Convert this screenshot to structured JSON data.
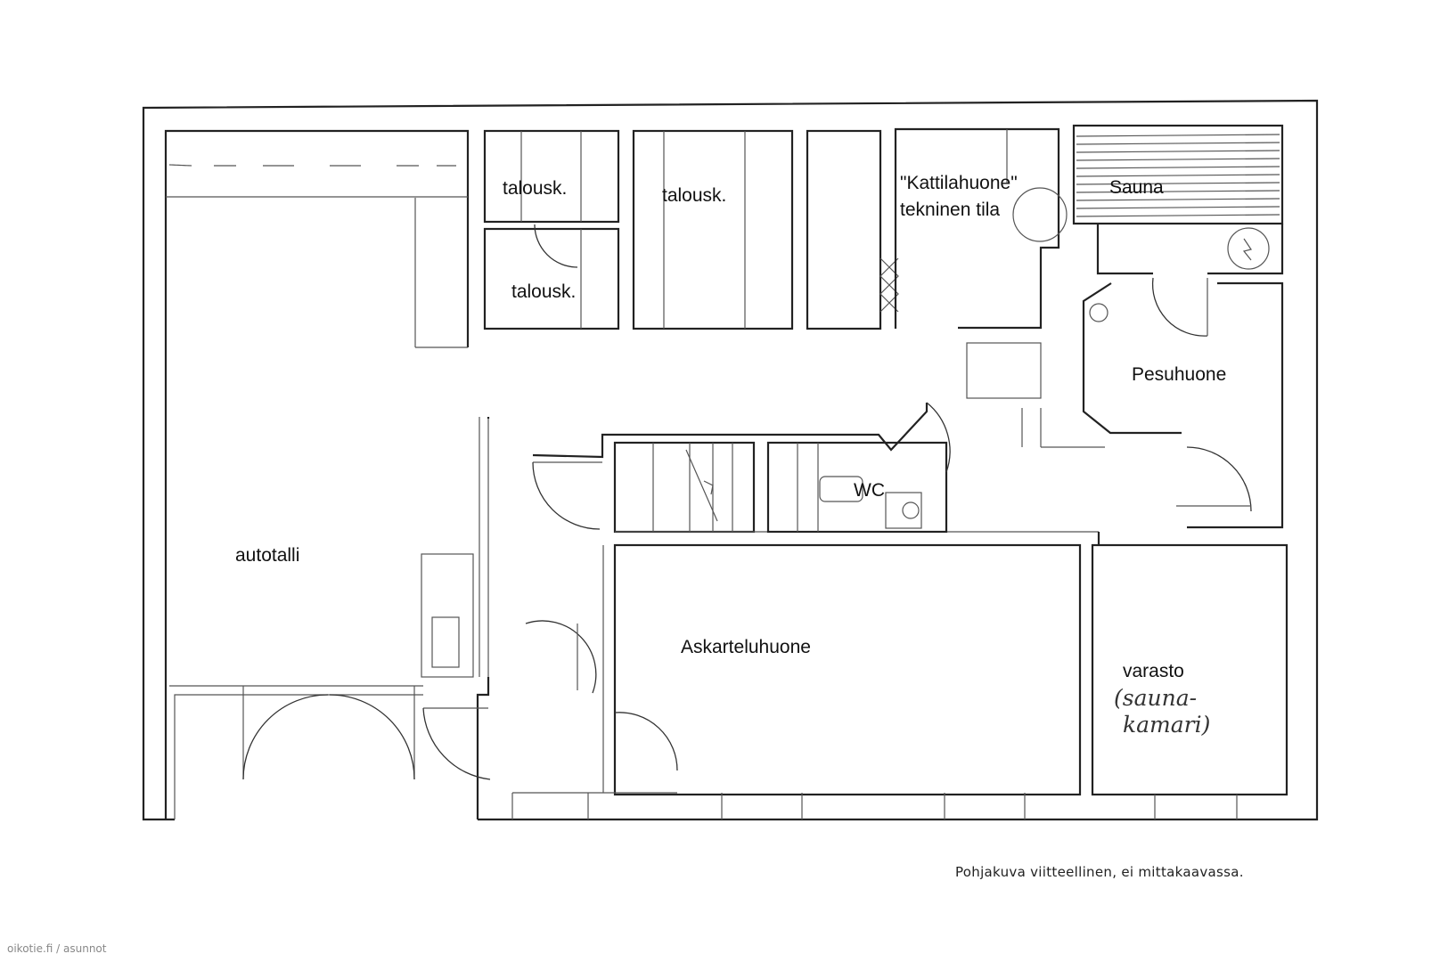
{
  "rooms": {
    "talousk_1": "talousk.",
    "talousk_2": "talousk.",
    "talousk_3": "talousk.",
    "kattilahuone_line1": "\"Kattilahuone\"",
    "kattilahuone_line2": "tekninen tila",
    "sauna": "Sauna",
    "pesuhuone": "Pesuhuone",
    "wc": "WC",
    "autotalli": "autotalli",
    "askarteluhuone": "Askarteluhuone",
    "varasto": "varasto",
    "varasto_note_line1": "(sauna-",
    "varasto_note_line2": "kamari)"
  },
  "caption": "Pohjakuva viitteellinen, ei mittakaavassa.",
  "watermark": "oikotie.fi / asunnot"
}
